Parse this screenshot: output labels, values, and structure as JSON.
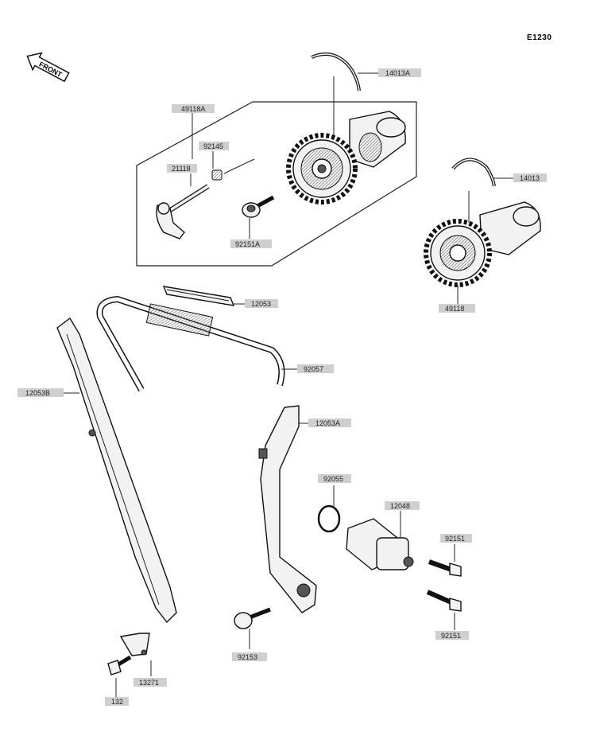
{
  "diagram_code": "E1230",
  "front_marker": "FRONT",
  "parts": [
    {
      "id": "p1",
      "label": "14013A"
    },
    {
      "id": "p2",
      "label": "49118A"
    },
    {
      "id": "p3",
      "label": "92145"
    },
    {
      "id": "p4",
      "label": "21118"
    },
    {
      "id": "p5",
      "label": "92151A"
    },
    {
      "id": "p6",
      "label": "14013"
    },
    {
      "id": "p7",
      "label": "49118"
    },
    {
      "id": "p8",
      "label": "12053"
    },
    {
      "id": "p9",
      "label": "92057"
    },
    {
      "id": "p10",
      "label": "12053B"
    },
    {
      "id": "p11",
      "label": "12053A"
    },
    {
      "id": "p12",
      "label": "92055"
    },
    {
      "id": "p13",
      "label": "12048"
    },
    {
      "id": "p14",
      "label": "92151"
    },
    {
      "id": "p15",
      "label": "92151"
    },
    {
      "id": "p16",
      "label": "92153"
    },
    {
      "id": "p17",
      "label": "13271"
    },
    {
      "id": "p18",
      "label": "132"
    }
  ]
}
